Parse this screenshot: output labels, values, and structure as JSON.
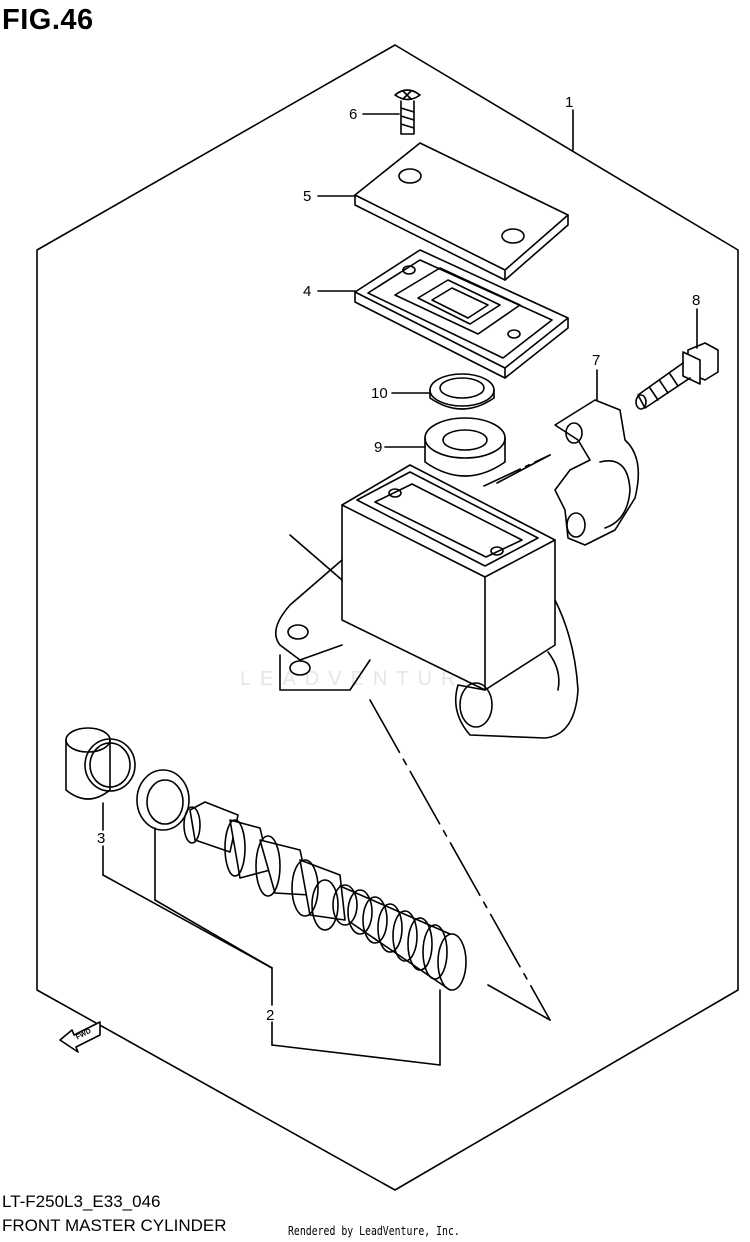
{
  "figure": {
    "title": "FIG.46",
    "code": "LT-F250L3_E33_046",
    "name": "FRONT MASTER CYLINDER",
    "credit": "Rendered by LeadVenture, Inc.",
    "watermark": "LEADVENTURE",
    "fwd_label": "FWD"
  },
  "callouts": [
    "1",
    "2",
    "3",
    "4",
    "5",
    "6",
    "7",
    "8",
    "9",
    "10"
  ],
  "colors": {
    "line": "#000000",
    "background": "#ffffff",
    "watermark": "#e6e6e6"
  }
}
